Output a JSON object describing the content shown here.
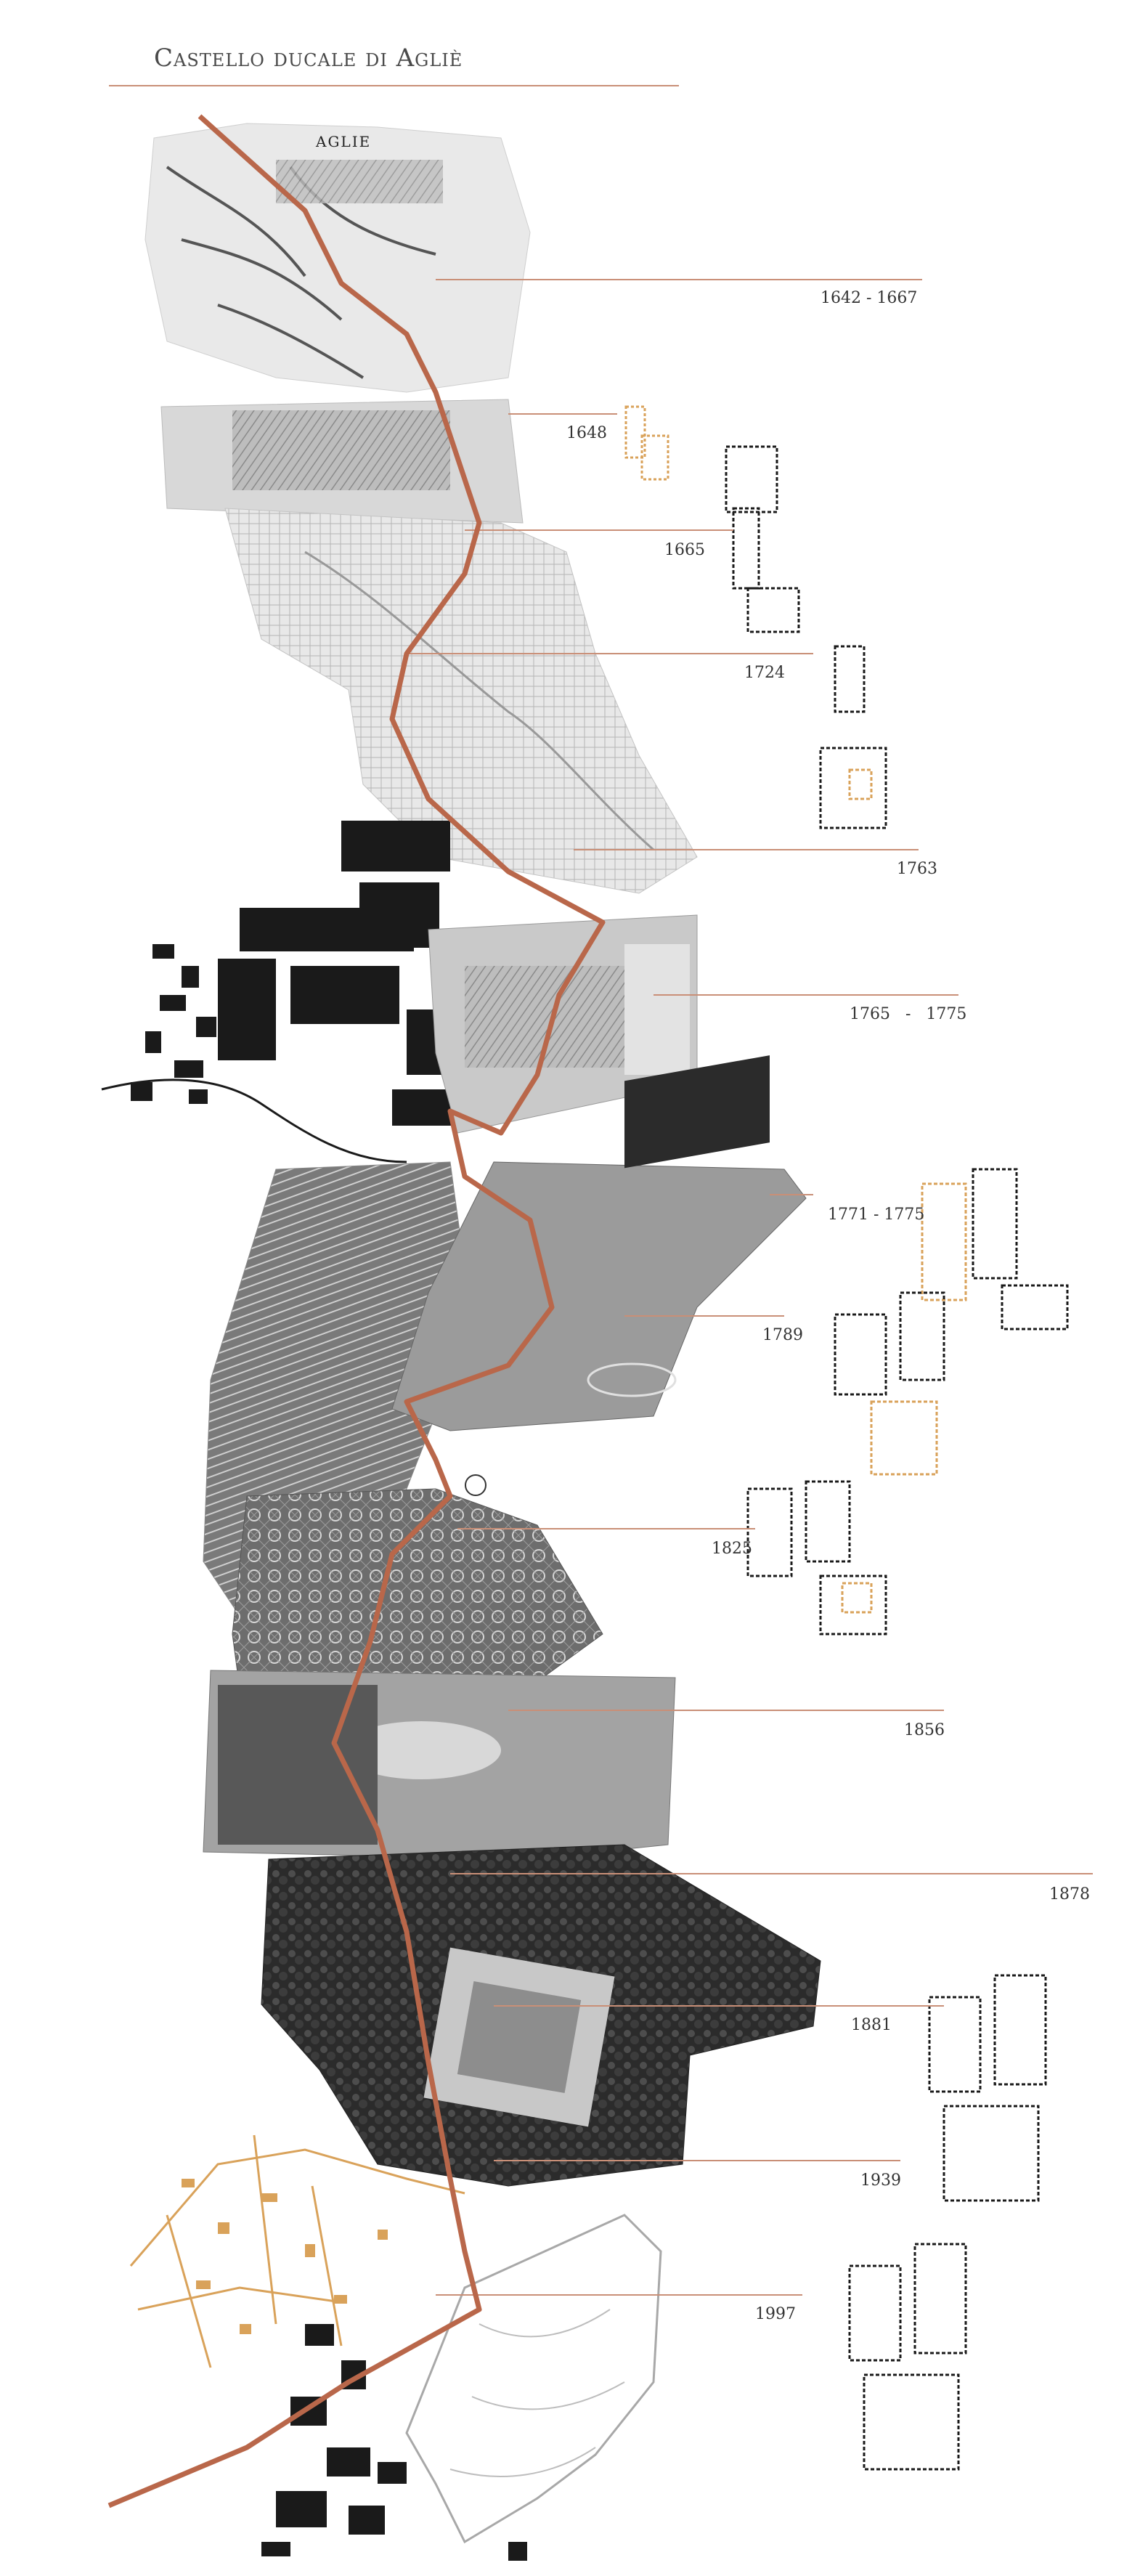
{
  "title": "Castello ducale di Agliè",
  "map_label": "AGLIE",
  "years": [
    "1642 - 1667",
    "1648",
    "1665",
    "1724",
    "1763",
    "1765   -   1775",
    "1771 - 1775",
    "1789",
    "1825",
    "1856",
    "1878",
    "1881",
    "1939",
    "1997"
  ],
  "colors": {
    "accent": "#b9674a",
    "ochre": "#d9a25a",
    "ink": "#1a1a1a",
    "gray": "#9a9a9a"
  }
}
